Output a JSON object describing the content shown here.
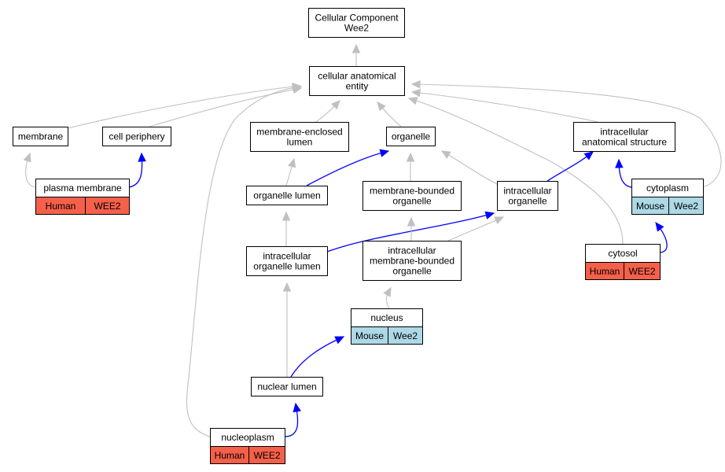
{
  "colors": {
    "is_a_edge": "#c0c0c0",
    "part_of_edge": "#0000ff",
    "human": "#f4604a",
    "mouse": "#add8e6",
    "node_border": "#000000"
  },
  "nodes": [
    {
      "id": "root",
      "lines": [
        "Cellular Component",
        "Wee2"
      ]
    },
    {
      "id": "cae",
      "lines": [
        "cellular anatomical",
        "entity"
      ]
    },
    {
      "id": "membrane",
      "lines": [
        "membrane"
      ]
    },
    {
      "id": "cell_periphery",
      "lines": [
        "cell periphery"
      ]
    },
    {
      "id": "mem_encl_lumen",
      "lines": [
        "membrane-enclosed",
        "lumen"
      ]
    },
    {
      "id": "organelle",
      "lines": [
        "organelle"
      ]
    },
    {
      "id": "ias",
      "lines": [
        "intracellular",
        "anatomical structure"
      ]
    },
    {
      "id": "plasma_membrane",
      "lines": [
        "plasma membrane"
      ],
      "annotation": {
        "species": "Human",
        "gene": "WEE2"
      }
    },
    {
      "id": "organelle_lumen",
      "lines": [
        "organelle lumen"
      ]
    },
    {
      "id": "mem_bounded_org",
      "lines": [
        "membrane-bounded",
        "organelle"
      ]
    },
    {
      "id": "intra_org",
      "lines": [
        "intracellular",
        "organelle"
      ]
    },
    {
      "id": "cytoplasm",
      "lines": [
        "cytoplasm"
      ],
      "annotation": {
        "species": "Mouse",
        "gene": "Wee2"
      }
    },
    {
      "id": "intra_org_lumen",
      "lines": [
        "intracellular",
        "organelle lumen"
      ]
    },
    {
      "id": "intra_mem_bounded",
      "lines": [
        "intracellular",
        "membrane-bounded",
        "organelle"
      ]
    },
    {
      "id": "cytosol",
      "lines": [
        "cytosol"
      ],
      "annotation": {
        "species": "Human",
        "gene": "WEE2"
      }
    },
    {
      "id": "nucleus",
      "lines": [
        "nucleus"
      ],
      "annotation": {
        "species": "Mouse",
        "gene": "Wee2"
      }
    },
    {
      "id": "nuclear_lumen",
      "lines": [
        "nuclear lumen"
      ]
    },
    {
      "id": "nucleoplasm",
      "lines": [
        "nucleoplasm"
      ],
      "annotation": {
        "species": "Human",
        "gene": "WEE2"
      }
    }
  ],
  "edges": [
    {
      "from": "cae",
      "to": "root",
      "type": "is_a"
    },
    {
      "from": "membrane",
      "to": "cae",
      "type": "is_a"
    },
    {
      "from": "cell_periphery",
      "to": "cae",
      "type": "is_a"
    },
    {
      "from": "mem_encl_lumen",
      "to": "cae",
      "type": "is_a"
    },
    {
      "from": "organelle",
      "to": "cae",
      "type": "is_a"
    },
    {
      "from": "ias",
      "to": "cae",
      "type": "is_a"
    },
    {
      "from": "cytoplasm",
      "to": "cae",
      "type": "is_a"
    },
    {
      "from": "cytosol",
      "to": "cae",
      "type": "is_a"
    },
    {
      "from": "nucleoplasm",
      "to": "cae",
      "type": "is_a"
    },
    {
      "from": "plasma_membrane",
      "to": "membrane",
      "type": "is_a"
    },
    {
      "from": "plasma_membrane",
      "to": "cell_periphery",
      "type": "part_of"
    },
    {
      "from": "organelle_lumen",
      "to": "mem_encl_lumen",
      "type": "is_a"
    },
    {
      "from": "organelle_lumen",
      "to": "organelle",
      "type": "part_of"
    },
    {
      "from": "mem_bounded_org",
      "to": "organelle",
      "type": "is_a"
    },
    {
      "from": "intra_org",
      "to": "organelle",
      "type": "is_a"
    },
    {
      "from": "intra_org",
      "to": "ias",
      "type": "part_of"
    },
    {
      "from": "cytoplasm",
      "to": "ias",
      "type": "part_of"
    },
    {
      "from": "intra_org_lumen",
      "to": "organelle_lumen",
      "type": "is_a"
    },
    {
      "from": "intra_org_lumen",
      "to": "intra_org",
      "type": "part_of"
    },
    {
      "from": "intra_mem_bounded",
      "to": "mem_bounded_org",
      "type": "is_a"
    },
    {
      "from": "intra_mem_bounded",
      "to": "intra_org",
      "type": "is_a"
    },
    {
      "from": "cytosol",
      "to": "cytoplasm",
      "type": "part_of"
    },
    {
      "from": "nucleus",
      "to": "intra_mem_bounded",
      "type": "is_a"
    },
    {
      "from": "nuclear_lumen",
      "to": "intra_org_lumen",
      "type": "is_a"
    },
    {
      "from": "nuclear_lumen",
      "to": "nucleus",
      "type": "part_of"
    },
    {
      "from": "nucleoplasm",
      "to": "nuclear_lumen",
      "type": "part_of"
    }
  ]
}
